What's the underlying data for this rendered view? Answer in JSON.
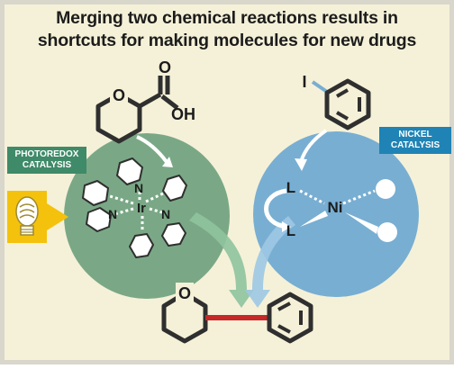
{
  "title": {
    "line1": "Merging two chemical reactions results in",
    "line2": "shortcuts for making molecules for new drugs"
  },
  "labels": {
    "photoredox": "PHOTOREDOX CATALYSIS",
    "nickel": "NICKEL CATALYSIS"
  },
  "atoms": {
    "oxygen": "O",
    "hydroxyl": "OH",
    "iodine": "I",
    "nitrogen": "N",
    "iridium": "Ir",
    "nickel": "Ni",
    "ligand": "L"
  },
  "colors": {
    "background": "#f5f1d8",
    "frame": "#d9d6cc",
    "photoredox_circle": "#7aa886",
    "nickel_circle": "#78aed2",
    "bond_highlight": "#c62828",
    "bulb": "#f4c20d"
  }
}
